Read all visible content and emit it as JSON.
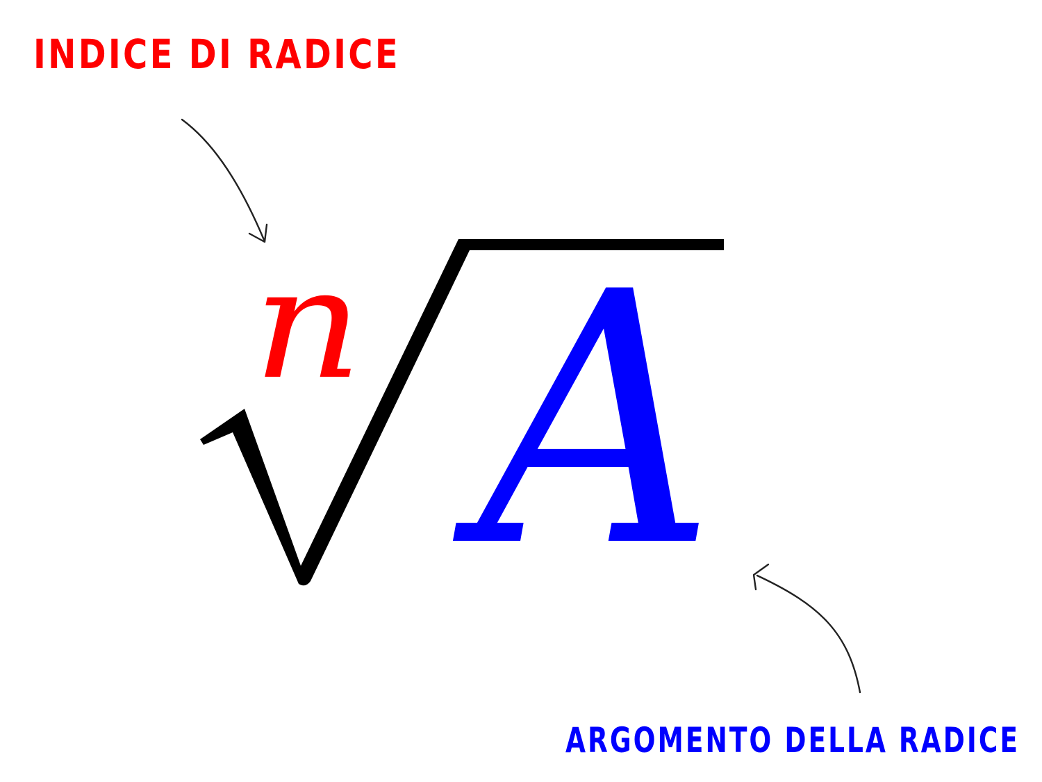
{
  "labels": {
    "index": "INDICE DI RADICE",
    "argument": "ARGOMENTO DELLA RADICE"
  },
  "formula": {
    "index_symbol": "n",
    "argument_symbol": "A"
  },
  "colors": {
    "index": "#ff0000",
    "argument": "#0000ff",
    "radical": "#000000",
    "arrows": "#222222",
    "background": "#ffffff"
  },
  "icons": {
    "radical": "radical-sign",
    "index_arrow": "arrow-pointing-down-icon",
    "argument_arrow": "arrow-pointing-up-left-icon"
  }
}
